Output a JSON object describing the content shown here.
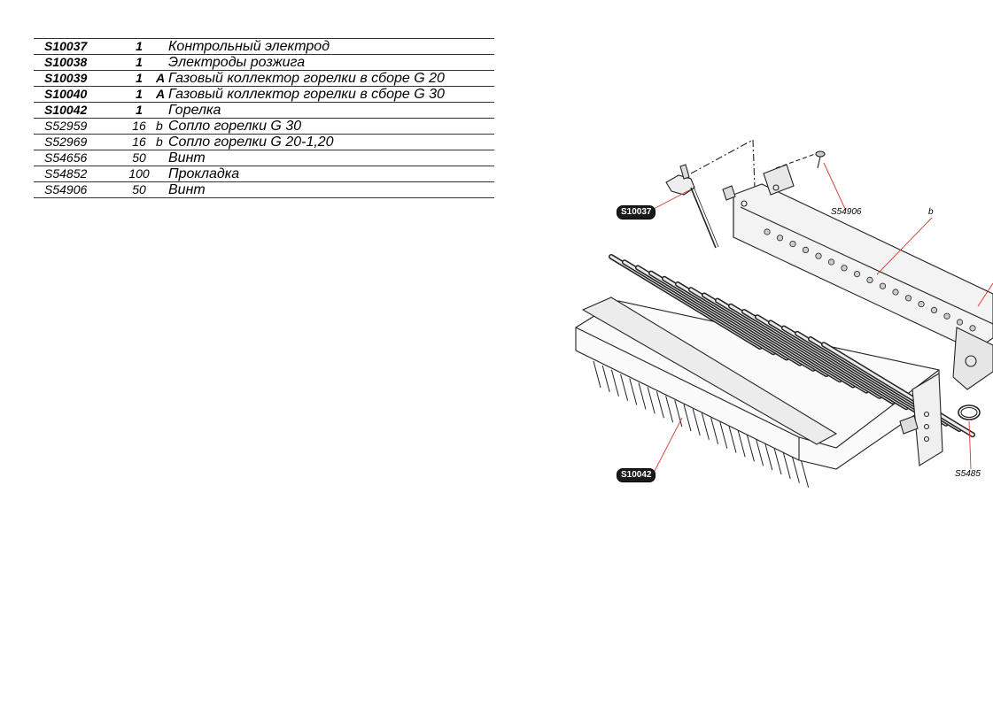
{
  "parts": [
    {
      "code": "S10037",
      "qty": "1",
      "ref": "",
      "desc": "Контрольный электрод",
      "bold": true,
      "indent": "ind1"
    },
    {
      "code": "S10038",
      "qty": "1",
      "ref": "",
      "desc": "Электроды розжига",
      "bold": true,
      "indent": "ind1"
    },
    {
      "code": "S10039",
      "qty": "1",
      "ref": "A",
      "desc": "Газовый коллектор горелки в сборе G 20",
      "bold": true,
      "indent": ""
    },
    {
      "code": "S10040",
      "qty": "1",
      "ref": "A",
      "desc": "Газовый коллектор горелки в сборе G 30",
      "bold": true,
      "indent": ""
    },
    {
      "code": "S10042",
      "qty": "1",
      "ref": "",
      "desc": "Горелка",
      "bold": true,
      "indent": "ind2"
    },
    {
      "code": "S52959",
      "qty": "16",
      "ref": "b",
      "desc": "Сопло горелки G 30",
      "bold": false,
      "indent": "ind3"
    },
    {
      "code": "S52969",
      "qty": "16",
      "ref": "b",
      "desc": "Сопло горелки G 20-1,20",
      "bold": false,
      "indent": "ind3"
    },
    {
      "code": "S54656",
      "qty": "50",
      "ref": "",
      "desc": "Винт",
      "bold": false,
      "indent": "ind4"
    },
    {
      "code": "S54852",
      "qty": "100",
      "ref": "",
      "desc": "Прокладка",
      "bold": false,
      "indent": "ind4"
    },
    {
      "code": "S54906",
      "qty": "50",
      "ref": "",
      "desc": "Винт",
      "bold": false,
      "indent": "ind4"
    }
  ],
  "drawing": {
    "callouts": {
      "electrode": "S10037",
      "burner": "S10042",
      "screw_top": "S54906",
      "nozzle_ref": "b",
      "gasket_partial": "S5485"
    }
  }
}
